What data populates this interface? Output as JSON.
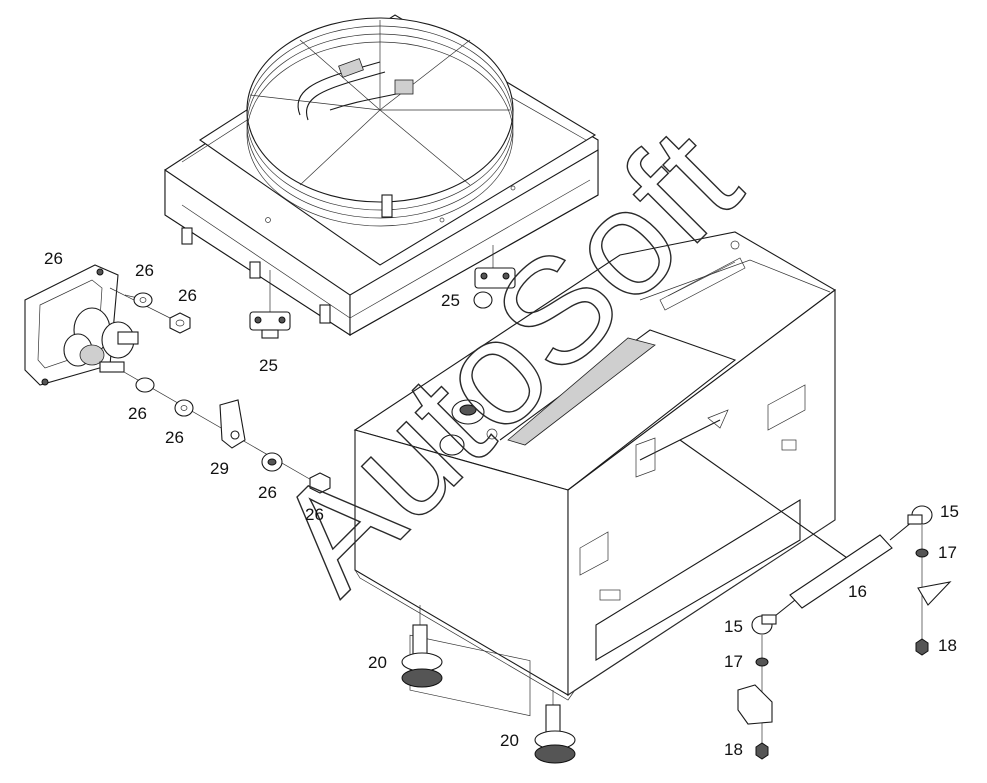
{
  "watermark": "AutoSoft",
  "callouts": {
    "c26_a": "26",
    "c26_b": "26",
    "c26_c": "26",
    "c26_d": "26",
    "c26_e": "26",
    "c26_f": "26",
    "c26_g": "26",
    "c25_a": "25",
    "c25_b": "25",
    "c29": "29",
    "c20_a": "20",
    "c20_b": "20",
    "c15_a": "15",
    "c15_b": "15",
    "c16": "16",
    "c17_a": "17",
    "c17_b": "17",
    "c18_a": "18",
    "c18_b": "18"
  }
}
